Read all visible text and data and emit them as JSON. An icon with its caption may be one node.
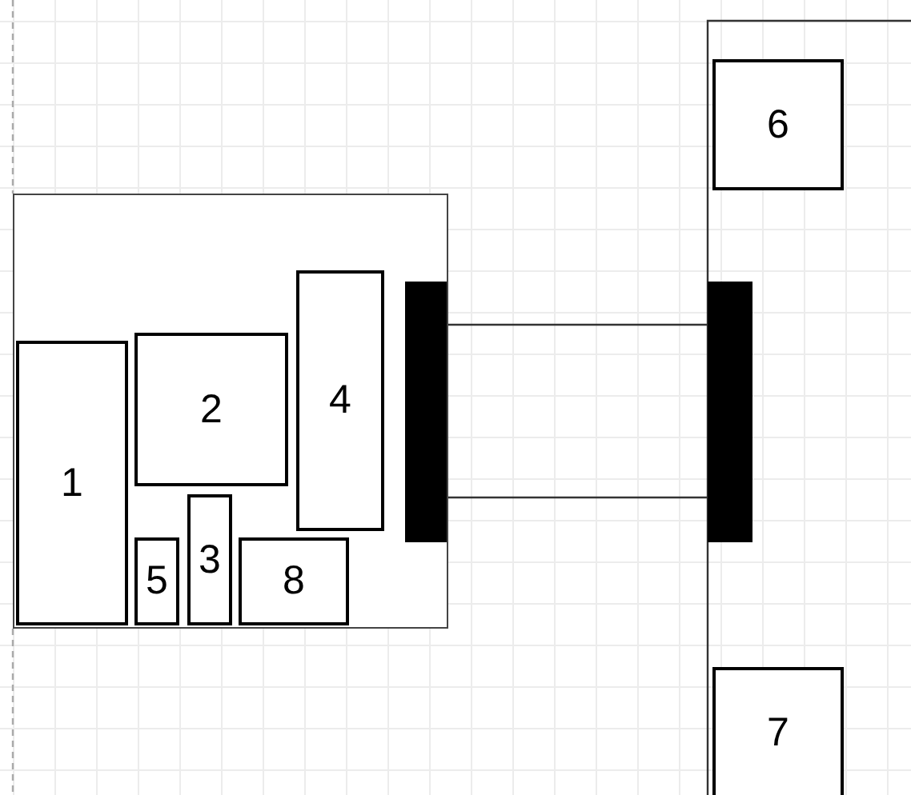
{
  "diagram": {
    "nodes": [
      {
        "text": [
          "6"
        ]
      },
      {
        "text": [],
        "shape": "box"
      },
      {
        "text": [
          "4"
        ],
        "in": 1
      },
      {
        "text": [
          "2"
        ],
        "in": 1
      },
      {
        "text": [
          "1"
        ],
        "in": 1
      },
      {
        "text": [
          "3"
        ],
        "in": 1
      },
      {
        "text": [
          "5"
        ],
        "in": 1
      },
      {
        "text": [
          "8"
        ],
        "in": 1
      },
      {
        "text": [],
        "shape": "bar",
        "in": 1
      },
      {
        "text": [],
        "shape": "bar"
      },
      {
        "text": [
          "7"
        ]
      }
    ],
    "edges": [
      {
        "from": 8,
        "to": 9,
        "arrow": "none"
      },
      {
        "from": 8,
        "to": 9,
        "arrow": "none"
      }
    ]
  }
}
